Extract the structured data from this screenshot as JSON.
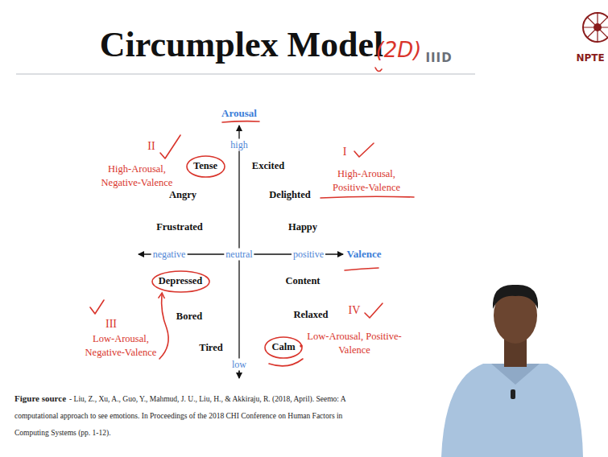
{
  "diagram": {
    "title": "Circumplex Model",
    "nodes": [
      {
        "text": [
          "Tense"
        ]
      },
      {
        "text": [
          "Depressed"
        ]
      },
      {
        "text": [
          "Calm"
        ]
      }
    ],
    "labels": [
      "(2D)",
      "IIID",
      "NPTE",
      "Arousal",
      "high",
      "II",
      "High-Arousal, Negative-Valence",
      "I",
      "High-Arousal, Positive-Valence",
      "Excited",
      "Angry",
      "Delighted",
      "Frustrated",
      "Happy",
      "negative",
      "neutral",
      "positive",
      "Valence",
      "Content",
      "III",
      "Low-Arousal, Negative-Valence",
      "Bored",
      "Relaxed",
      "IV",
      "Low-Arousal, Positive-Valence",
      "Tired",
      "low",
      "Figure source",
      "- Liu, Z., Xu, A., Guo, Y., Mahmud, J. U., Liu, H., & Akkiraju, R. (2018, April). Seemo: A computational approach to see emotions. In Proceedings of the 2018 CHI Conference on Human Factors in Computing Systems (pp. 1-12)."
    ]
  }
}
